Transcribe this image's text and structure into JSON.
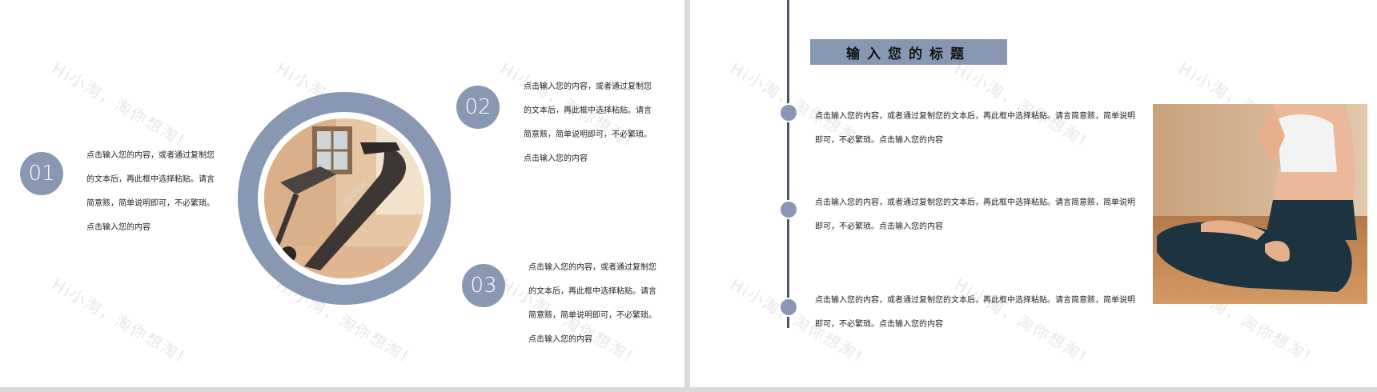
{
  "watermark": {
    "text": "Hi小淘，淘你想淘!"
  },
  "left": {
    "items": [
      {
        "number": "01",
        "lines": [
          "点击输入您的内容，或者通过复制您",
          "的文本后，再此框中选择粘贴。请言",
          "简意赅，简单说明即可，不必繁琐。",
          "点击输入您的内容"
        ]
      },
      {
        "number": "02",
        "lines": [
          "点击输入您的内容，或者通过复制您",
          "的文本后，再此框中选择粘贴。请言",
          "简意赅，简单说明即可，不必繁琐。",
          "点击输入您的内容"
        ]
      },
      {
        "number": "03",
        "lines": [
          "点击输入您的内容，或者通过复制您",
          "的文本后，再此框中选择粘贴。请言",
          "简意赅，简单说明即可，不必繁琐。",
          "点击输入您的内容"
        ]
      }
    ],
    "photo_icon": "treadmill-photo"
  },
  "right": {
    "title": "输入您的标题",
    "entries": [
      {
        "lines": [
          "点击输入您的内容，或者通过复制您的文本后，再此框中选择粘贴。请言简意赅，简单说明",
          "即可，不必繁琐。点击输入您的内容"
        ]
      },
      {
        "lines": [
          "点击输入您的内容，或者通过复制您的文本后，再此框中选择粘贴。请言简意赅，简单说明",
          "即可，不必繁琐。点击输入您的内容"
        ]
      },
      {
        "lines": [
          "点击输入您的内容，或者通过复制您的文本后，再此框中选择粘贴。请言简意赅，简单说明",
          "即可，不必繁琐。点击输入您的内容"
        ]
      }
    ],
    "photo_icon": "yoga-photo"
  },
  "colors": {
    "accent": "#8898b2",
    "line": "#4d5466"
  }
}
